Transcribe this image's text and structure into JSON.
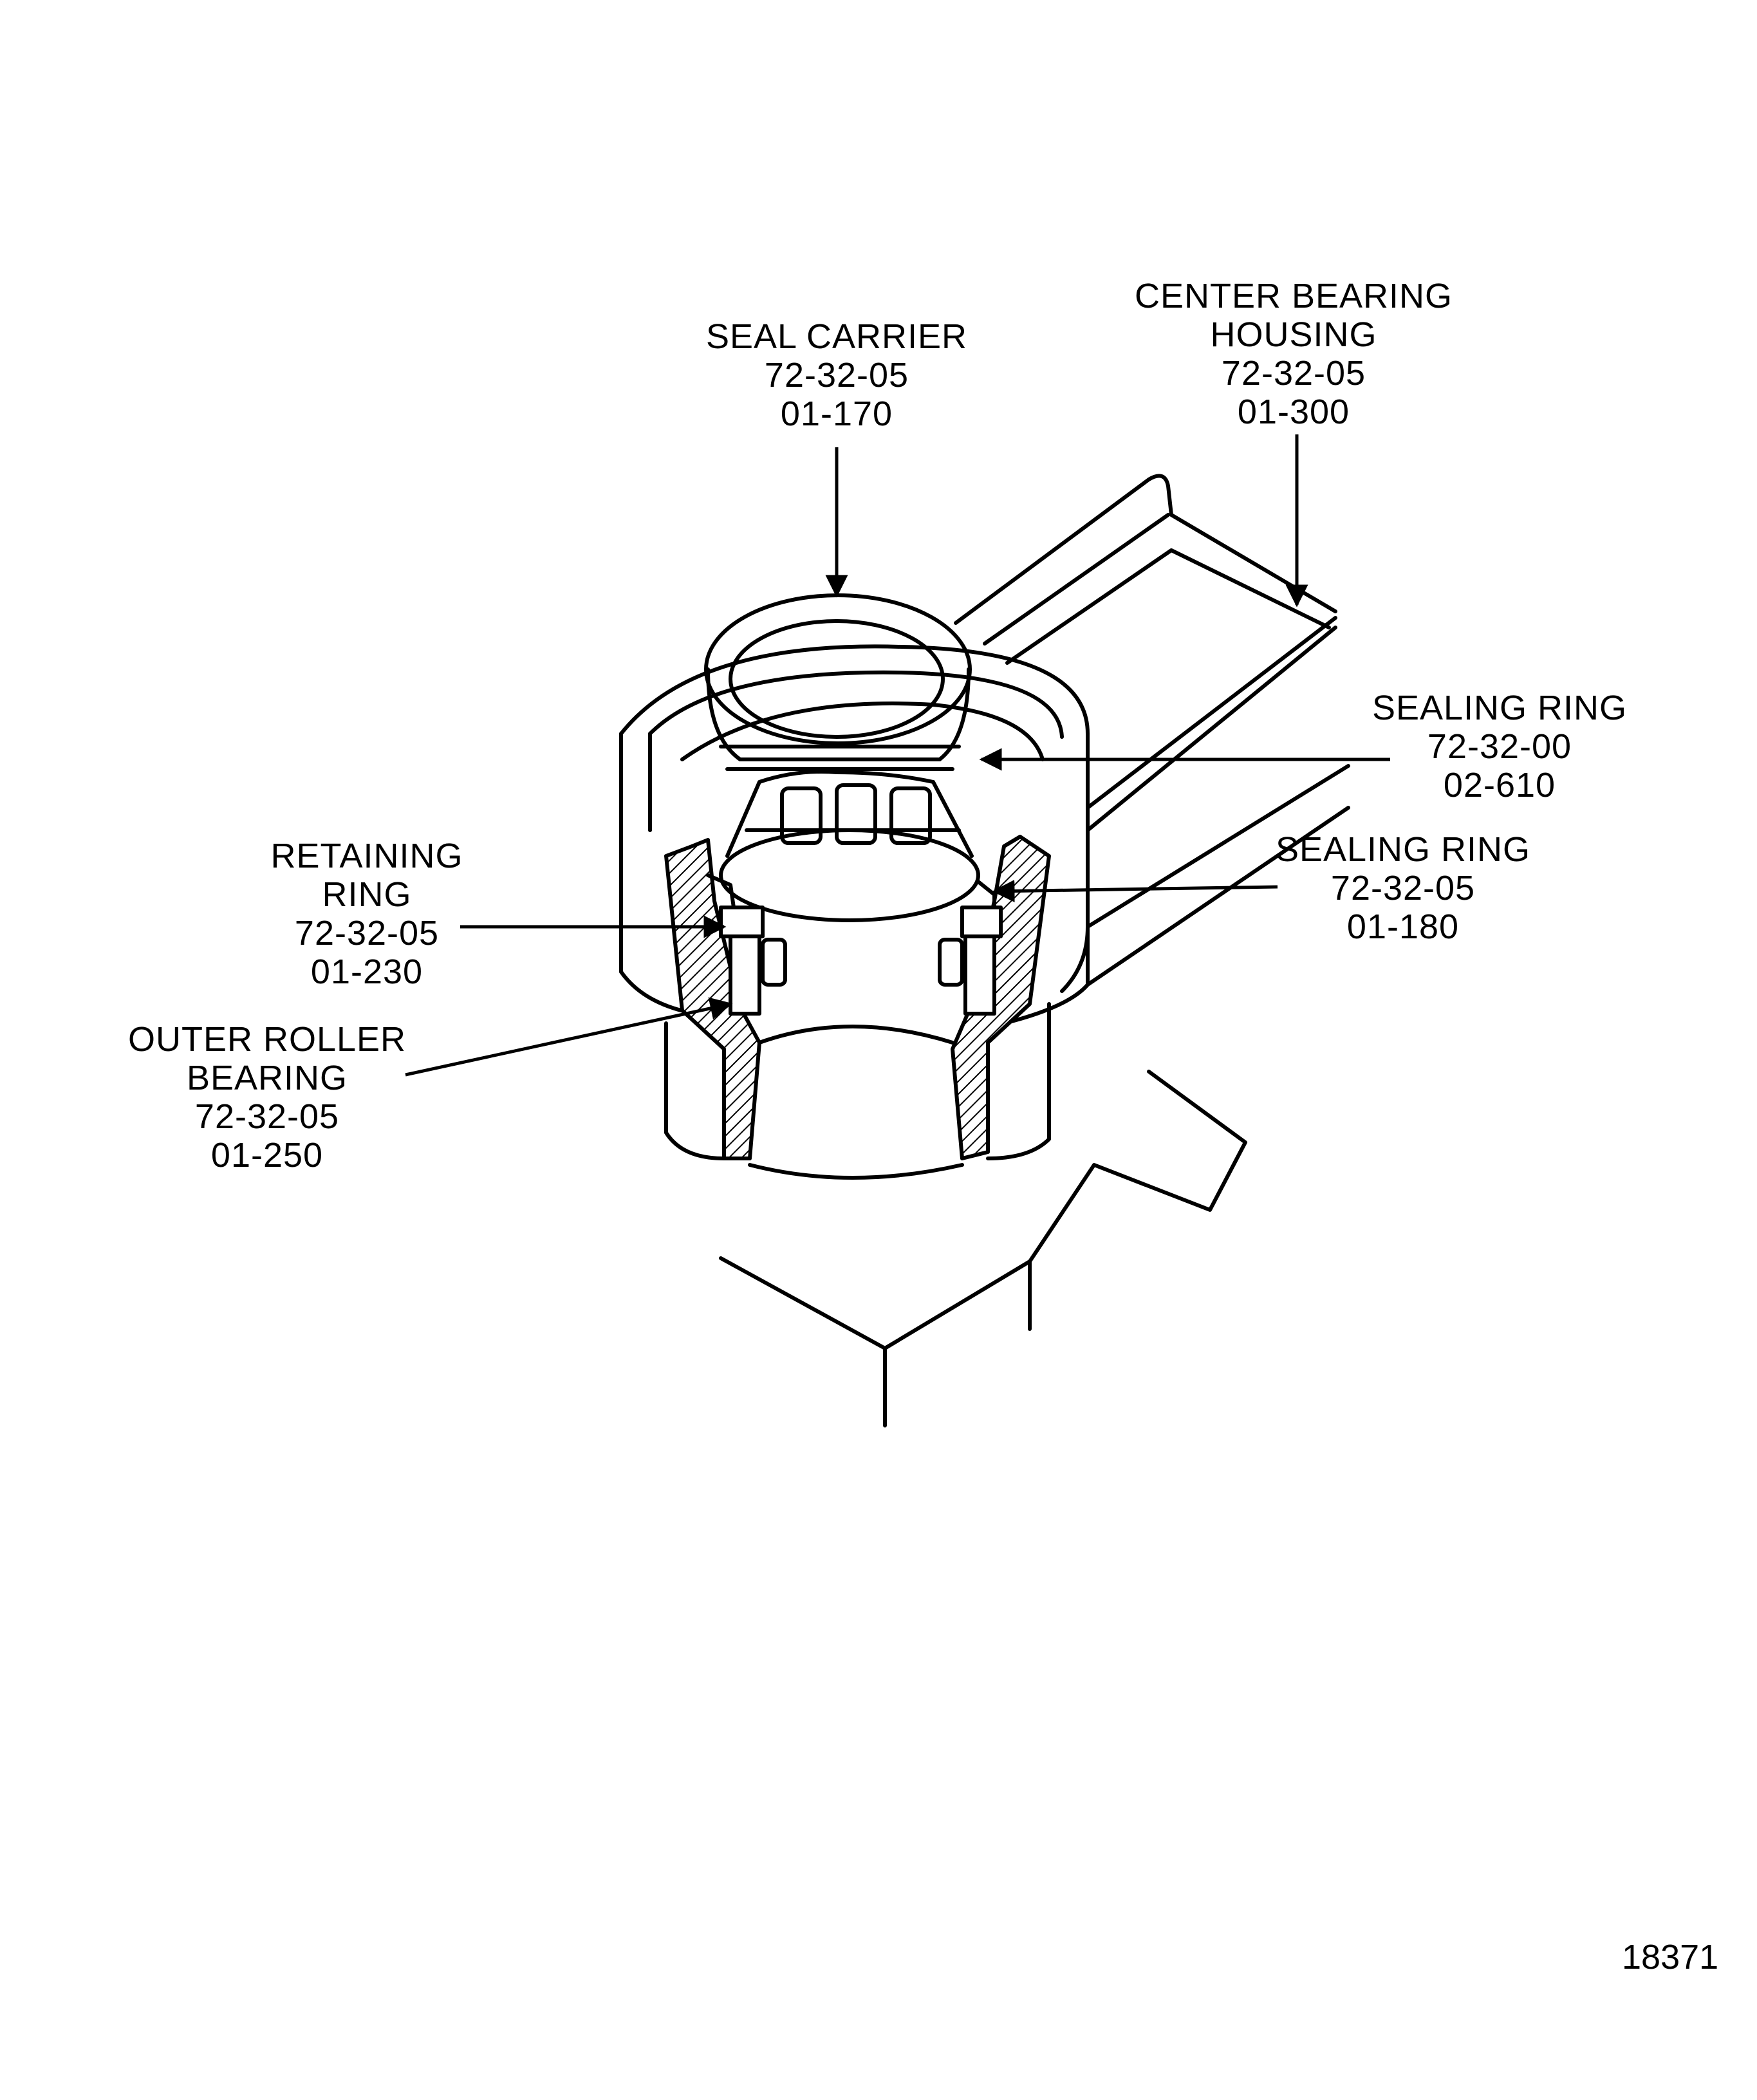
{
  "labels": {
    "seal_carrier": {
      "name": "SEAL  CARRIER",
      "chapter": "72-32-05",
      "item": "01-170"
    },
    "center_bearing_housing": {
      "name_line1": "CENTER  BEARING",
      "name_line2": "HOUSING",
      "chapter": "72-32-05",
      "item": "01-300"
    },
    "sealing_ring_upper": {
      "name": "SEALING  RING",
      "chapter": "72-32-00",
      "item": "02-610"
    },
    "sealing_ring_lower": {
      "name": "SEALING  RING",
      "chapter": "72-32-05",
      "item": "01-180"
    },
    "retaining_ring": {
      "name_line1": "RETAINING",
      "name_line2": "RING",
      "chapter": "72-32-05",
      "item": "01-230"
    },
    "outer_roller_bearing": {
      "name_line1": "OUTER  ROLLER",
      "name_line2": "BEARING",
      "chapter": "72-32-05",
      "item": "01-250"
    }
  },
  "figure_number": "18371",
  "colors": {
    "ink": "#000000",
    "paper": "#ffffff"
  }
}
